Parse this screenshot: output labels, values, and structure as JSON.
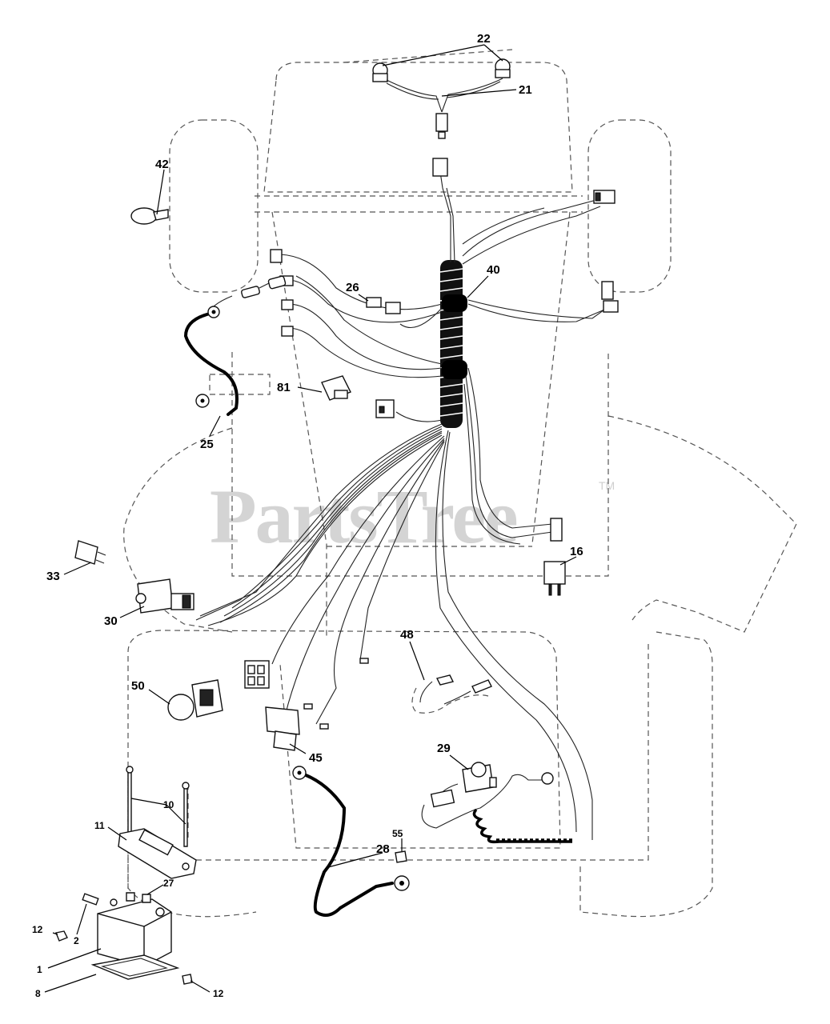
{
  "watermark": {
    "text": "PartsTree",
    "trademark": "TM"
  },
  "callouts": {
    "c22": "22",
    "c21": "21",
    "c42": "42",
    "c40": "40",
    "c26": "26",
    "c81": "81",
    "c25": "25",
    "c33": "33",
    "c30": "30",
    "c16": "16",
    "c48": "48",
    "c50": "50",
    "c45": "45",
    "c29": "29",
    "c10": "10",
    "c11": "11",
    "c55": "55",
    "c28": "28",
    "c27": "27",
    "c12a": "12",
    "c2": "2",
    "c1": "1",
    "c8": "8",
    "c12b": "12"
  },
  "colors": {
    "line": "#111111",
    "outline": "#555555",
    "watermark": "#d4d4d4"
  }
}
